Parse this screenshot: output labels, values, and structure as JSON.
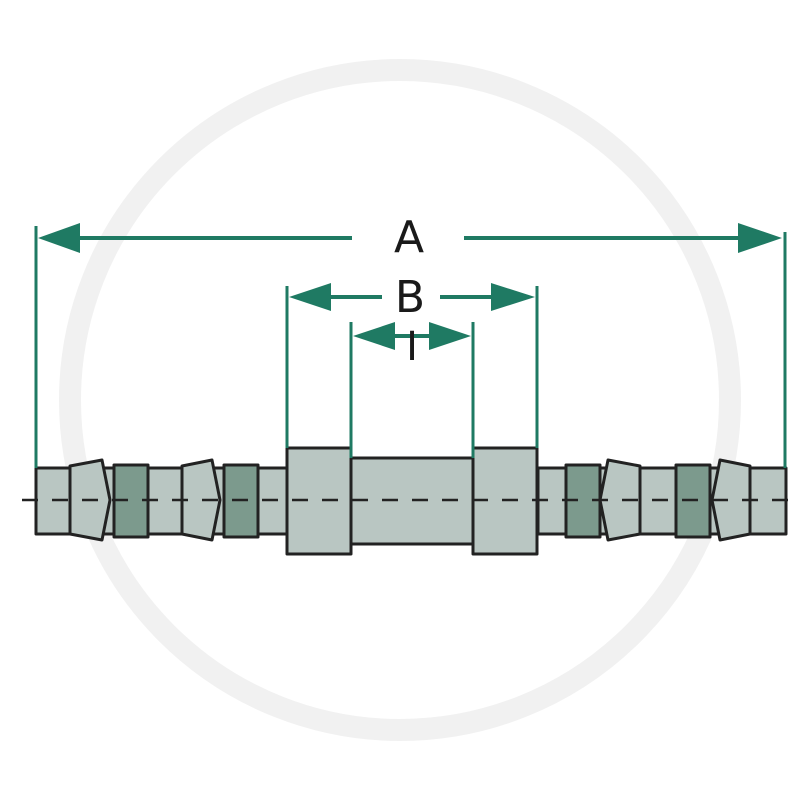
{
  "labels": {
    "overall_length": "A",
    "center_length": "B",
    "center_marker": "I"
  },
  "colors": {
    "body_fill": "#b9c6c2",
    "band_fill": "#7c9a8d",
    "outline": "#222222",
    "dimension": "#1f7a63",
    "watermark": "#f1f1f1"
  }
}
